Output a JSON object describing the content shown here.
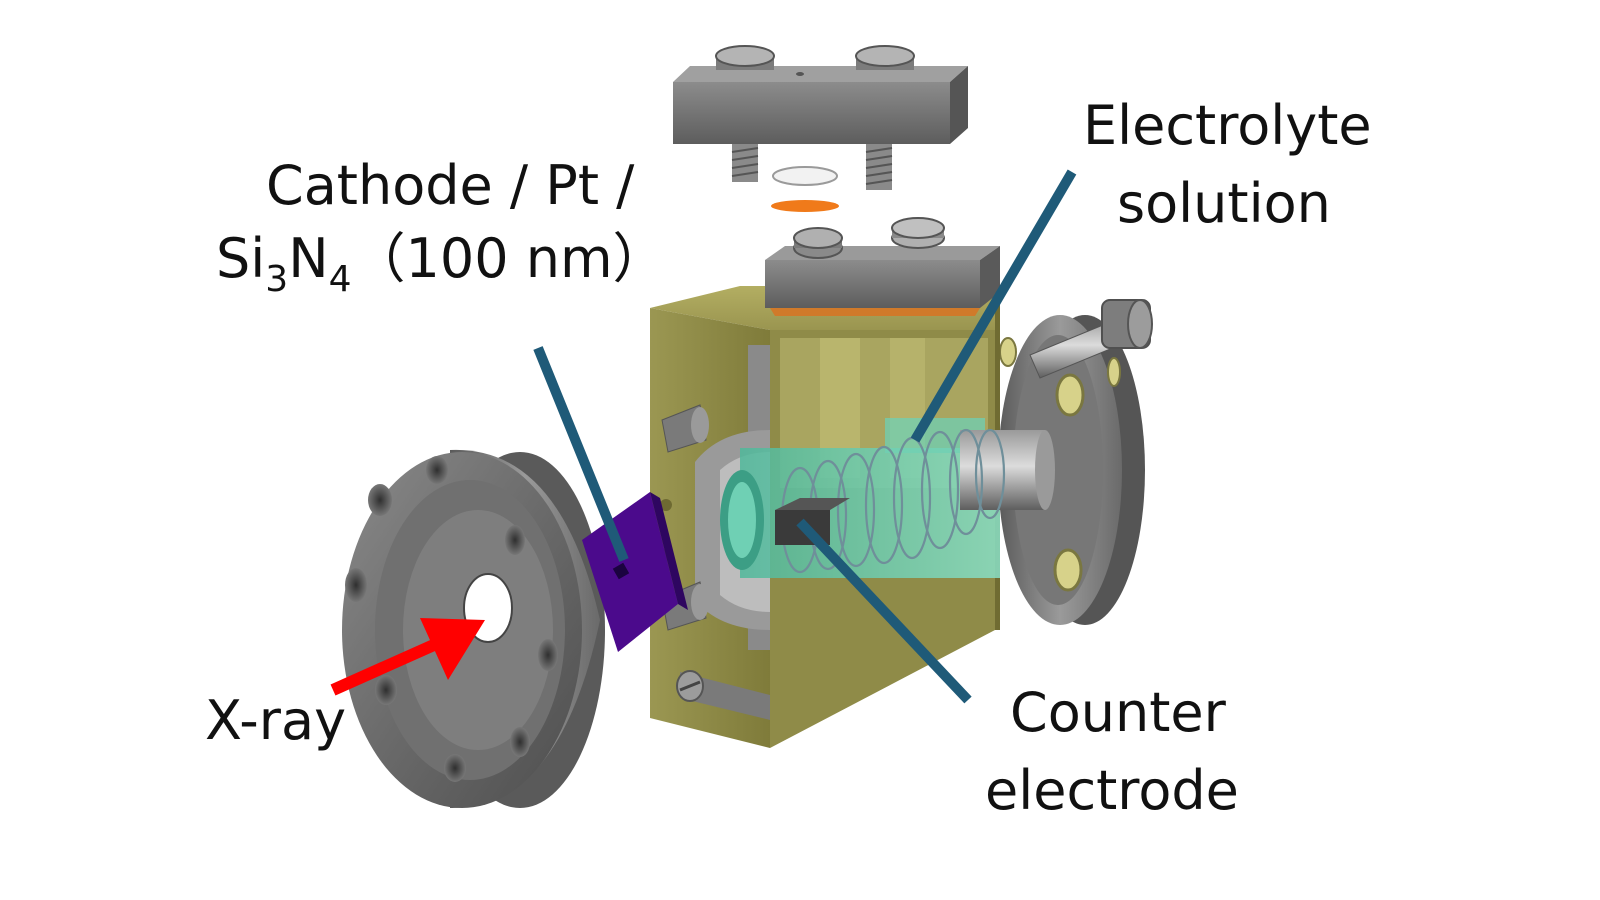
{
  "labels": {
    "cathode_line1": "Cathode / Pt /",
    "cathode_line2_a": "Si",
    "cathode_line2_sub1": "3",
    "cathode_line2_b": "N",
    "cathode_line2_sub2": "4",
    "cathode_line2_c": "（100 nm）",
    "electrolyte_line1": "Electrolyte",
    "electrolyte_line2": "solution",
    "xray": "X-ray",
    "counter_line1": "Counter",
    "counter_line2": "electrode"
  },
  "colors": {
    "steel": "#6f6f6f",
    "brass": "#8e8a45",
    "window": "#4b0a8c",
    "leader": "#1f5a78",
    "arrow": "#ff0000",
    "electrolyte": "#6fd0b4",
    "gasket": "#f07a1a"
  }
}
